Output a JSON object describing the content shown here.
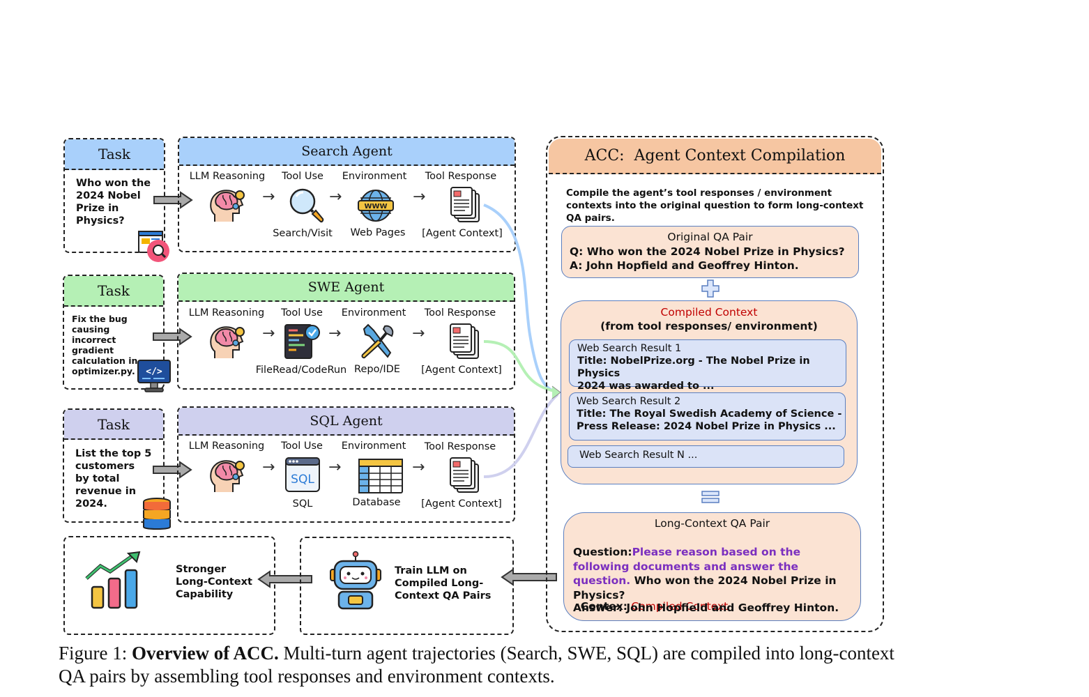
{
  "rows": [
    {
      "task_title": "Task",
      "task_text": "Who won the 2024 Nobel Prize in Physics?",
      "agent_title": "Search Agent",
      "steps": [
        "LLM Reasoning",
        "Tool Use",
        "Environment",
        "Tool Response"
      ],
      "tool_label": "Search/Visit",
      "env_label": "Web Pages",
      "resp_label": "[Agent Context]",
      "color": "#a9d0fb",
      "task_icon": "webpage-search-icon",
      "tool_icon": "magnifier-icon",
      "env_icon": "www-globe-icon"
    },
    {
      "task_title": "Task",
      "task_text": "Fix the bug causing incorrect gradient calculation in optimizer.py.",
      "agent_title": "SWE Agent",
      "steps": [
        "LLM Reasoning",
        "Tool Use",
        "Environment",
        "Tool Response"
      ],
      "tool_label": "FileRead/CodeRun",
      "env_label": "Repo/IDE",
      "resp_label": "[Agent Context]",
      "color": "#b5f0b5",
      "task_icon": "code-monitor-icon",
      "tool_icon": "code-file-check-icon",
      "env_icon": "wrench-screwdriver-icon"
    },
    {
      "task_title": "Task",
      "task_text": "List the top 5 customers by total revenue in 2024.",
      "agent_title": "SQL Agent",
      "steps": [
        "LLM Reasoning",
        "Tool Use",
        "Environment",
        "Tool Response"
      ],
      "tool_label": "SQL",
      "env_label": "Database",
      "resp_label": "[Agent Context]",
      "color": "#cfd0ee",
      "task_icon": "database-stack-icon",
      "tool_icon": "sql-file-icon",
      "env_icon": "table-grid-icon"
    }
  ],
  "acc": {
    "title": "ACC:  Agent Context Compilation",
    "intro": "Compile the agent’s tool responses / environment contexts into the original question to form long-context QA pairs.",
    "original": {
      "title": "Original QA Pair",
      "q": "Q: Who won the 2024 Nobel Prize in Physics?",
      "a": "A: John Hopfield and Geoffrey Hinton."
    },
    "compiled": {
      "title": "Compiled Context",
      "subtitle": "(from tool responses/ environment)",
      "results": [
        {
          "head": "Web Search Result 1",
          "line1": "Title: NobelPrize.org - The Nobel Prize in Physics",
          "line2": "2024 was awarded to ..."
        },
        {
          "head": "Web Search Result 2",
          "line1": "Title: The Royal Swedish Academy of Science -",
          "line2": "Press Release: 2024 Nobel Prize in Physics ..."
        },
        {
          "head": "Web Search Result N ...",
          "line1": "",
          "line2": ""
        }
      ]
    },
    "long": {
      "title": "Long-Context QA Pair",
      "q_label": "Question:",
      "q_purple": "Please reason based on the following documents and answer the question.",
      "q_rest": " Who won the 2024 Nobel Prize in Physics?",
      "ctx_label": "Contex: ",
      "ctx_red": "Compiled Context",
      "answer": "Answer: John Hopfield and Geoffrey Hinton."
    }
  },
  "bottom": {
    "train_text": "Train LLM on Compiled Long-Context QA Pairs",
    "capability_text": "Stronger Long-Context Capability"
  },
  "caption": {
    "prefix": "Figure 1: ",
    "bold": "Overview of ACC.",
    "rest": " Multi-turn agent trajectories (Search, SWE, SQL) are compiled into long-context QA pairs by assembling tool responses and environment contexts."
  }
}
